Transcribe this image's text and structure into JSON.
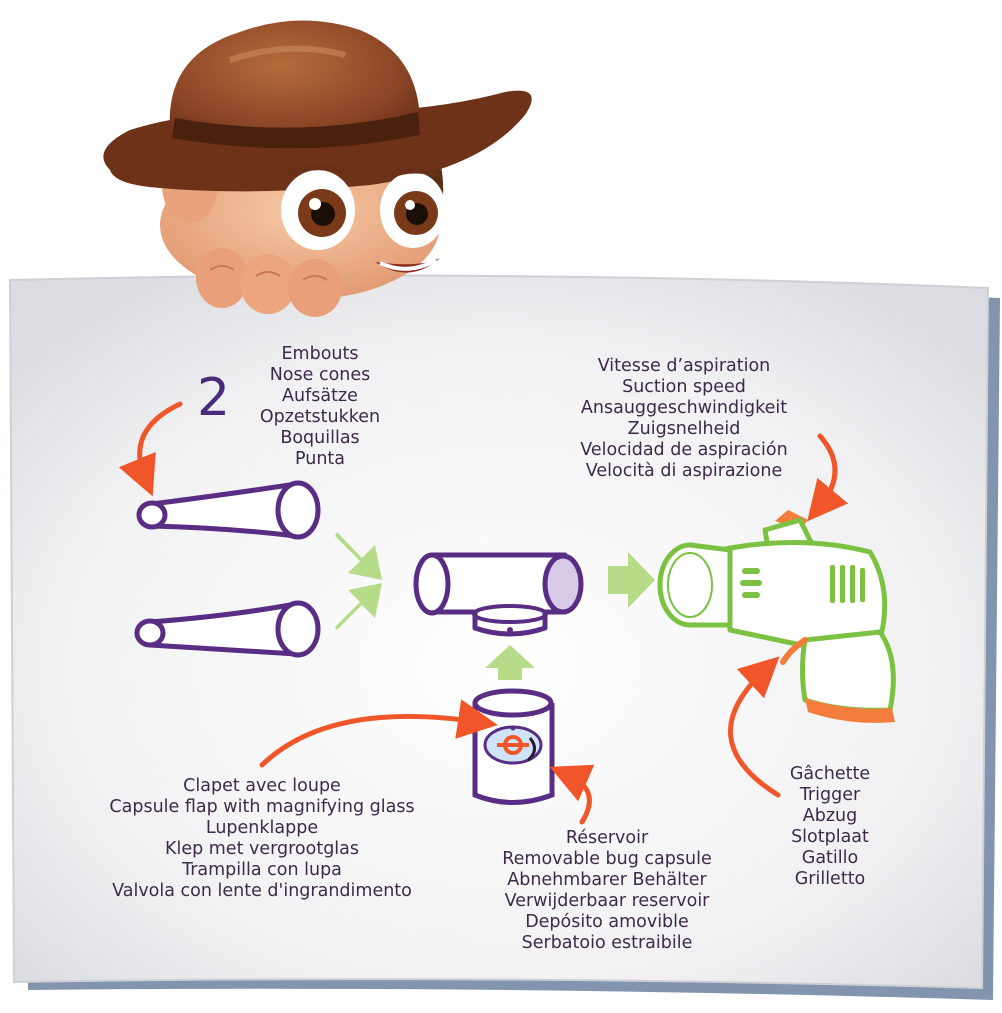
{
  "count_label": "2",
  "labels": {
    "nose_cones": [
      "Embouts",
      "Nose cones",
      "Aufsätze",
      "Opzetstukken",
      "Boquillas",
      "Punta"
    ],
    "suction_speed": [
      "Vitesse d’aspiration",
      "Suction speed",
      "Ansauggeschwindigkeit",
      "Zuigsnelheid",
      "Velocidad de aspiración",
      "Velocità di aspirazione"
    ],
    "capsule_flap": [
      "Clapet avec loupe",
      "Capsule flap with magnifying glass",
      "Lupenklappe",
      "Klep met vergrootglas",
      "Trampilla con lupa",
      "Valvola con lente d'ingrandimento"
    ],
    "reservoir": [
      "Réservoir",
      "Removable bug capsule",
      "Abnehmbarer Behälter",
      "Verwijderbaar reservoir",
      "Depósito amovible",
      "Serbatoio estraibile"
    ],
    "trigger": [
      "Gâchette",
      "Trigger",
      "Abzug",
      "Slotplaat",
      "Gatillo",
      "Grilletto"
    ]
  },
  "colors": {
    "outline_purple": "#5a2d84",
    "arrow_orange": "#f0562a",
    "arrow_green": "#b6dc8a",
    "device_green": "#7cc242",
    "trigger_orange": "#f47c3c",
    "lens_lilac": "#d8cbe8",
    "text": "#3d2a4a"
  }
}
